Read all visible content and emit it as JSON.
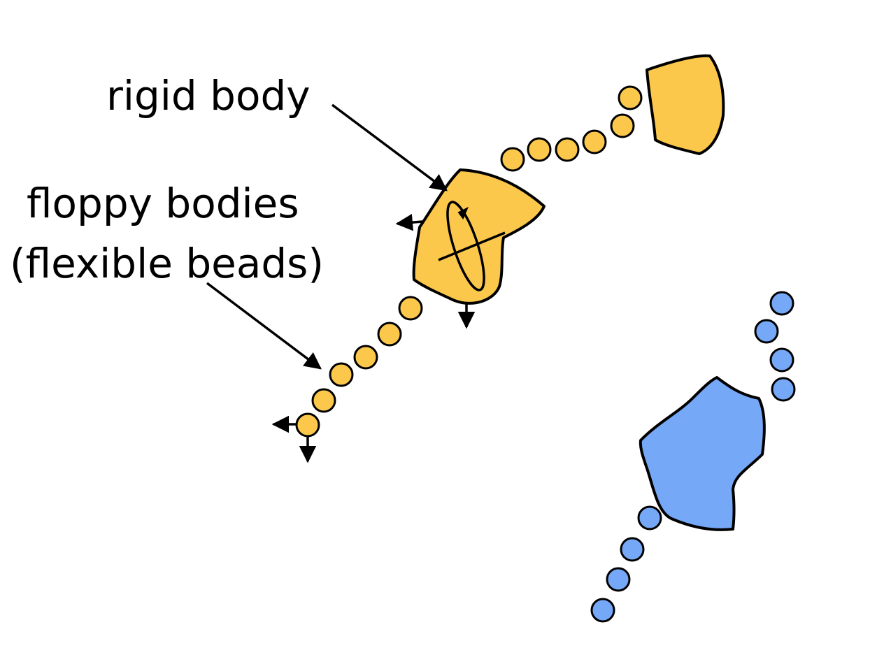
{
  "labels": {
    "rigid_body": "rigid body",
    "floppy_line1": "floppy bodies",
    "floppy_line2": "(flexible beads)"
  },
  "colors": {
    "yellow_fill": "#FCC84C",
    "blue_fill": "#76A8F8",
    "outline": "#000000"
  }
}
